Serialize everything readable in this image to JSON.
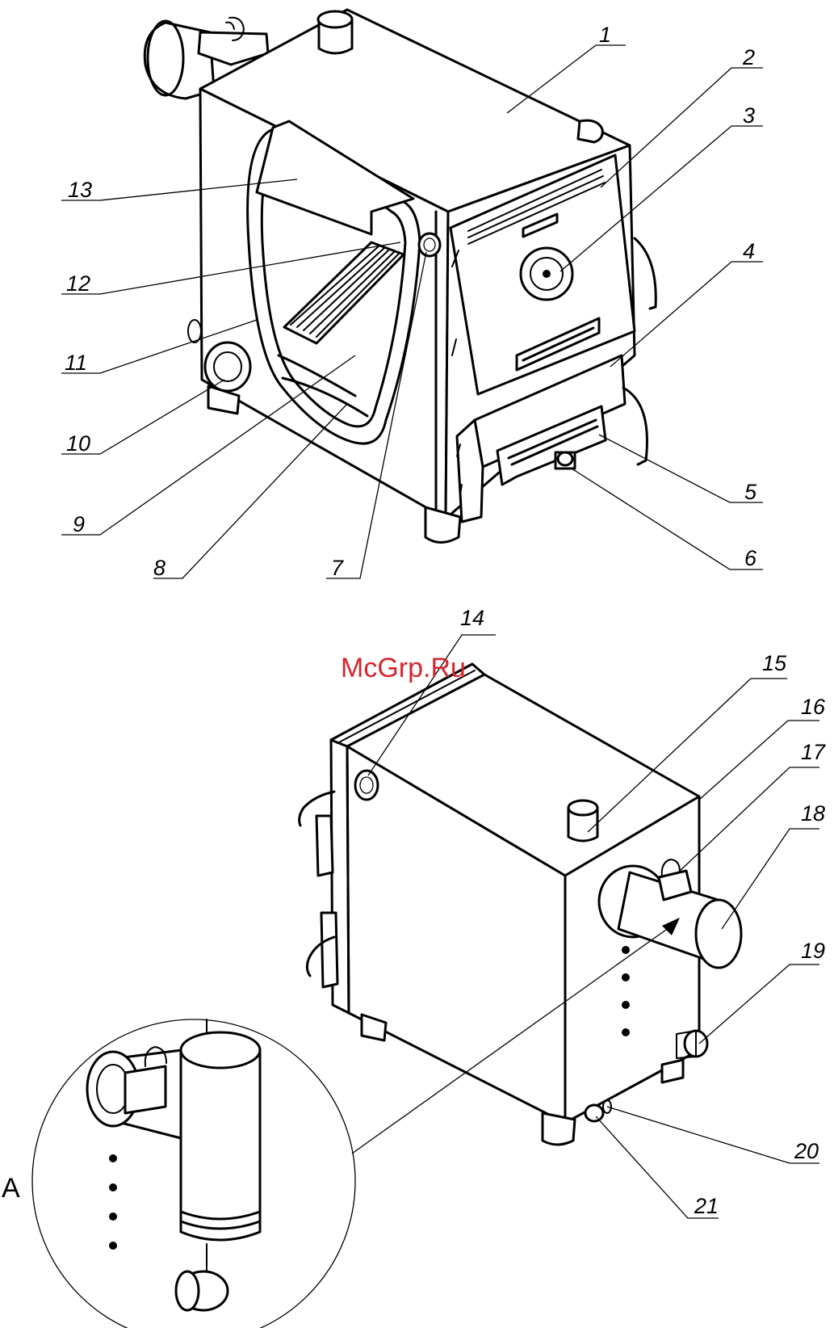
{
  "watermark": "McGrp.Ru",
  "view_label": "A",
  "callouts": [
    "1",
    "2",
    "3",
    "4",
    "5",
    "6",
    "7",
    "8",
    "9",
    "10",
    "11",
    "12",
    "13",
    "14",
    "15",
    "16",
    "17",
    "18",
    "19",
    "20",
    "21"
  ],
  "colors": {
    "lines": "#000000",
    "watermark": "#d6262c",
    "background": "#ffffff"
  }
}
